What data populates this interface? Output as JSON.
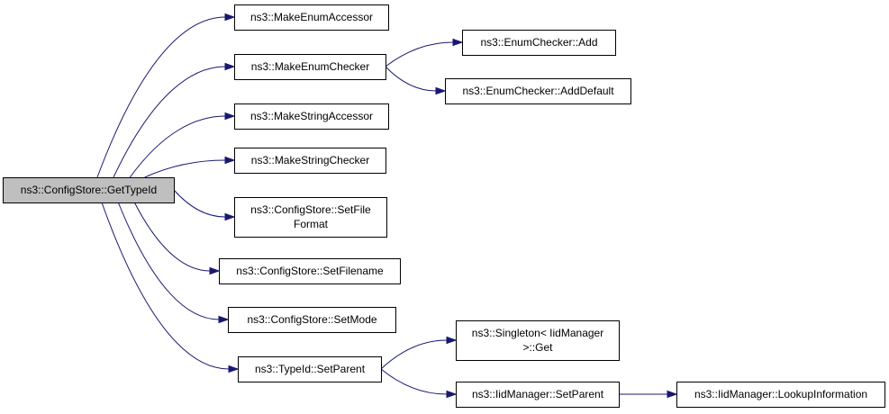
{
  "diagram": {
    "colors": {
      "edge": "#191970",
      "root_fill": "#bfbfbf",
      "node_fill": "#ffffff",
      "node_border": "#000000"
    },
    "nodes": [
      {
        "id": "get_type_id",
        "lines": [
          "ns3::ConfigStore::GetTypeId"
        ],
        "root": true
      },
      {
        "id": "make_enum_accessor",
        "lines": [
          "ns3::MakeEnumAccessor"
        ]
      },
      {
        "id": "make_enum_checker",
        "lines": [
          "ns3::MakeEnumChecker"
        ]
      },
      {
        "id": "make_string_accessor",
        "lines": [
          "ns3::MakeStringAccessor"
        ]
      },
      {
        "id": "make_string_checker",
        "lines": [
          "ns3::MakeStringChecker"
        ]
      },
      {
        "id": "set_file_format",
        "lines": [
          "ns3::ConfigStore::SetFile",
          "Format"
        ]
      },
      {
        "id": "set_filename",
        "lines": [
          "ns3::ConfigStore::SetFilename"
        ]
      },
      {
        "id": "set_mode",
        "lines": [
          "ns3::ConfigStore::SetMode"
        ]
      },
      {
        "id": "typeid_set_parent",
        "lines": [
          "ns3::TypeId::SetParent"
        ]
      },
      {
        "id": "enum_checker_add",
        "lines": [
          "ns3::EnumChecker::Add"
        ]
      },
      {
        "id": "enum_checker_add_default",
        "lines": [
          "ns3::EnumChecker::AddDefault"
        ]
      },
      {
        "id": "singleton_get",
        "lines": [
          "ns3::Singleton< IidManager",
          ">::Get"
        ]
      },
      {
        "id": "iid_manager_set_parent",
        "lines": [
          "ns3::IidManager::SetParent"
        ]
      },
      {
        "id": "iid_manager_lookup",
        "lines": [
          "ns3::IidManager::LookupInformation"
        ]
      }
    ],
    "edges": [
      {
        "from": "get_type_id",
        "to": "make_enum_accessor"
      },
      {
        "from": "get_type_id",
        "to": "make_enum_checker"
      },
      {
        "from": "get_type_id",
        "to": "make_string_accessor"
      },
      {
        "from": "get_type_id",
        "to": "make_string_checker"
      },
      {
        "from": "get_type_id",
        "to": "set_file_format"
      },
      {
        "from": "get_type_id",
        "to": "set_filename"
      },
      {
        "from": "get_type_id",
        "to": "set_mode"
      },
      {
        "from": "get_type_id",
        "to": "typeid_set_parent"
      },
      {
        "from": "make_enum_checker",
        "to": "enum_checker_add"
      },
      {
        "from": "make_enum_checker",
        "to": "enum_checker_add_default"
      },
      {
        "from": "typeid_set_parent",
        "to": "singleton_get"
      },
      {
        "from": "typeid_set_parent",
        "to": "iid_manager_set_parent"
      },
      {
        "from": "iid_manager_set_parent",
        "to": "iid_manager_lookup"
      }
    ]
  }
}
